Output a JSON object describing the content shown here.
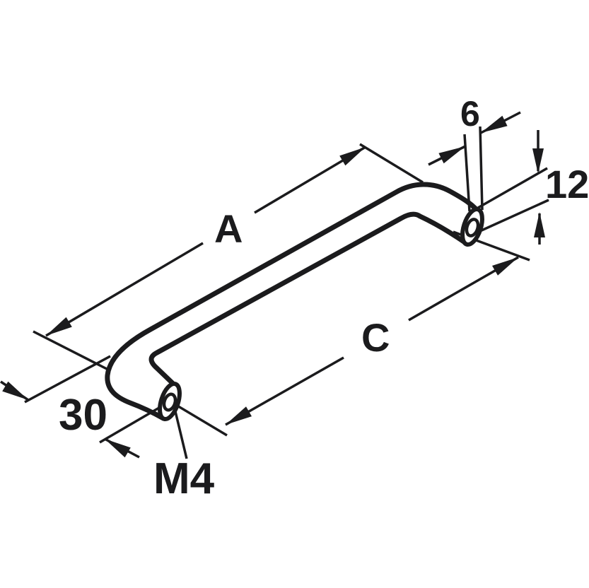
{
  "page": {
    "background": "#ffffff",
    "line_color": "#1b1b1d"
  },
  "drawing": {
    "type": "technical-dimension-diagram",
    "subject": "bent-rod furniture bow handle, axonometric line drawing",
    "labels": {
      "overall_length": "A",
      "rod_diameter": "6",
      "end_offset": "12",
      "hole_centers": "C",
      "projection_depth": "30",
      "thread": "M4"
    }
  }
}
